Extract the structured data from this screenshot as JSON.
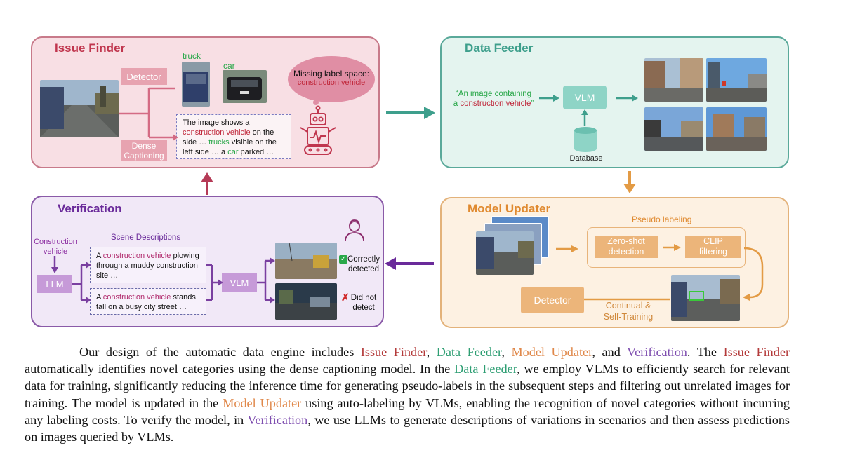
{
  "figure": {
    "issue_finder": {
      "title": "Issue Finder",
      "detector_label": "Detector",
      "dense_captioning_label": "Dense Captioning",
      "truck_label": "truck",
      "car_label": "car",
      "caption_text": {
        "p1": "The image shows a ",
        "h1": "construction vehicle",
        "p2": " on the side … ",
        "h2": "trucks",
        "p3": " visible on the left side … a ",
        "h3": "car",
        "p4": " parked …"
      },
      "bubble_line1": "Missing label space:",
      "bubble_line2": "construction vehicle"
    },
    "data_feeder": {
      "title": "Data Feeder",
      "query_p1": "“An image containing",
      "query_p2": "a ",
      "query_h": "construction vehicle",
      "query_p3": "”",
      "vlm_label": "VLM",
      "database_label": "Database"
    },
    "verification": {
      "title": "Verification",
      "construction_vehicle_label": "Construction vehicle",
      "llm_label": "LLM",
      "scene_descriptions_label": "Scene Descriptions",
      "desc1": {
        "p1": "A ",
        "h": "construction vehicle",
        "p2": " plowing through a muddy construction site …"
      },
      "desc2": {
        "p1": "A ",
        "h": "construction vehicle",
        "p2": " stands tall on a busy city street …"
      },
      "vlm_label": "VLM",
      "correct_label": "Correctly detected",
      "wrong_label": "Did not detect"
    },
    "model_updater": {
      "title": "Model Updater",
      "pseudo_labeling_label": "Pseudo labeling",
      "zero_shot_label": "Zero-shot detection",
      "clip_label": "CLIP filtering",
      "detector_label": "Detector",
      "continual_label": "Continual & Self-Training"
    },
    "colors": {
      "issue_finder": "#c64b6a",
      "data_feeder": "#3e9f8c",
      "verification": "#7a3fa0",
      "model_updater": "#e39b45"
    }
  },
  "caption": {
    "s1": "Our design of the automatic data engine includes ",
    "issue_finder": "Issue Finder",
    "sep1": ", ",
    "data_feeder": "Data Feeder",
    "sep2": ", ",
    "model_updater": "Model Updater",
    "sep3": ", and ",
    "verification": "Verification",
    "s2": ". The ",
    "issue_finder_2": "Issue Finder",
    "s3": " automatically identifies novel categories using the dense captioning model. In the ",
    "data_feeder_2": "Data Feeder",
    "s4": ", we employ VLMs to efficiently search for relevant data for training, significantly reducing the inference time for generating pseudo-labels in the subsequent steps and filtering out unrelated images for training. The model is updated in the ",
    "model_updater_2": "Model Updater",
    "s5": " using auto-labeling by VLMs, enabling the recognition of novel categories without incurring any labeling costs. To verify the model, in ",
    "verification_2": "Verification",
    "s6": ", we use LLMs to generate descriptions of variations in scenarios and then assess predictions on images queried by VLMs."
  }
}
